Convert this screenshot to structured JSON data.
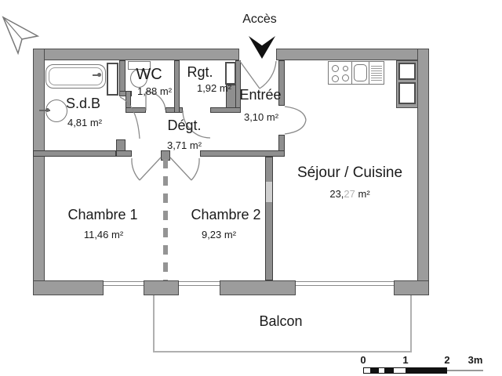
{
  "title_labels": {
    "access": "Accès",
    "balcony": "Balcon"
  },
  "rooms": [
    {
      "id": "sdb",
      "name": "S.d.B",
      "area": "4,81 m²"
    },
    {
      "id": "wc",
      "name": "WC",
      "area": "1,88 m²"
    },
    {
      "id": "rgt",
      "name": "Rgt.",
      "area": "1,92 m²"
    },
    {
      "id": "entree",
      "name": "Entrée",
      "area": "3,10 m²"
    },
    {
      "id": "degt",
      "name": "Dégt.",
      "area": "3,71 m²"
    },
    {
      "id": "sejour",
      "name": "Séjour / Cuisine",
      "area_parts": {
        "black": "23,",
        "light": "27",
        "unit": " m²"
      }
    },
    {
      "id": "chambre1",
      "name": "Chambre 1",
      "area": "11,46 m²"
    },
    {
      "id": "chambre2",
      "name": "Chambre 2",
      "area": "9,23 m²"
    }
  ],
  "scale_bar": {
    "ticks": [
      "0",
      "1",
      "2",
      "3m"
    ]
  },
  "colors": {
    "wall_fill": "#9c9c9c",
    "wall_outline": "#4d4d4d",
    "text": "#1a1a1a",
    "watermark_light": "#b3b3b3"
  }
}
